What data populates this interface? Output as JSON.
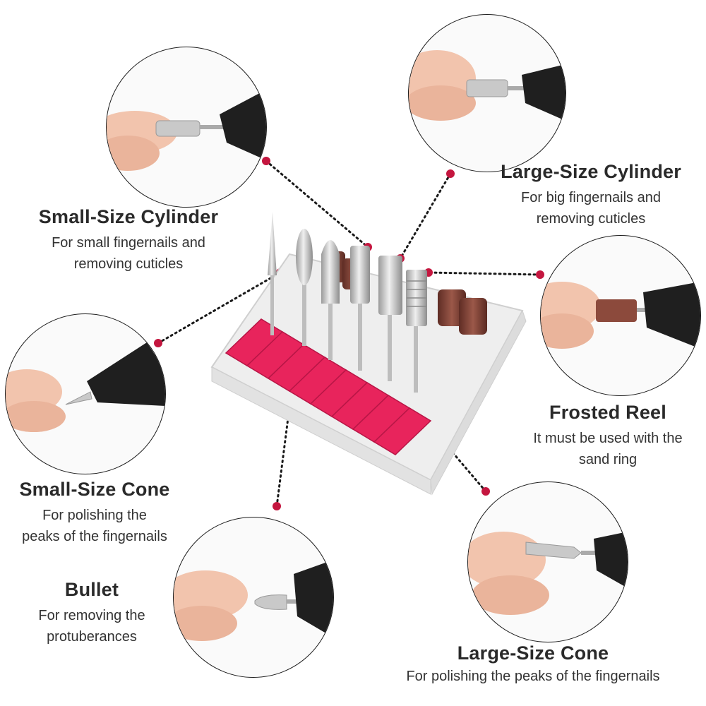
{
  "colors": {
    "accent_pink": "#e8245c",
    "dot": "#c4163f",
    "text": "#2a2a2a",
    "handle": "#1f1f1f",
    "skin": "#f2c4ad",
    "silver": "#c9c9c9",
    "sand_band": "#8c4a3c"
  },
  "products": [
    {
      "title": "Small-Size Cylinder",
      "lines": [
        "For small fingernails and",
        "removing cuticles"
      ],
      "icon": "small-cylinder-bit-icon"
    },
    {
      "title": "Large-Size Cylinder",
      "lines": [
        "For big fingernails and",
        "removing cuticles"
      ],
      "icon": "large-cylinder-bit-icon"
    },
    {
      "title": "Frosted Reel",
      "lines": [
        "It must be used with the",
        "sand ring"
      ],
      "icon": "frosted-reel-icon"
    },
    {
      "title": "Small-Size Cone",
      "lines": [
        "For polishing the",
        "peaks of the fingernails"
      ],
      "icon": "small-cone-bit-icon"
    },
    {
      "title": "Bullet",
      "lines": [
        "For removing the",
        "protuberances"
      ],
      "icon": "bullet-bit-icon"
    },
    {
      "title": "Large-Size Cone",
      "lines": [
        "For polishing the peaks of the fingernails"
      ],
      "icon": "large-cone-bit-icon"
    }
  ]
}
